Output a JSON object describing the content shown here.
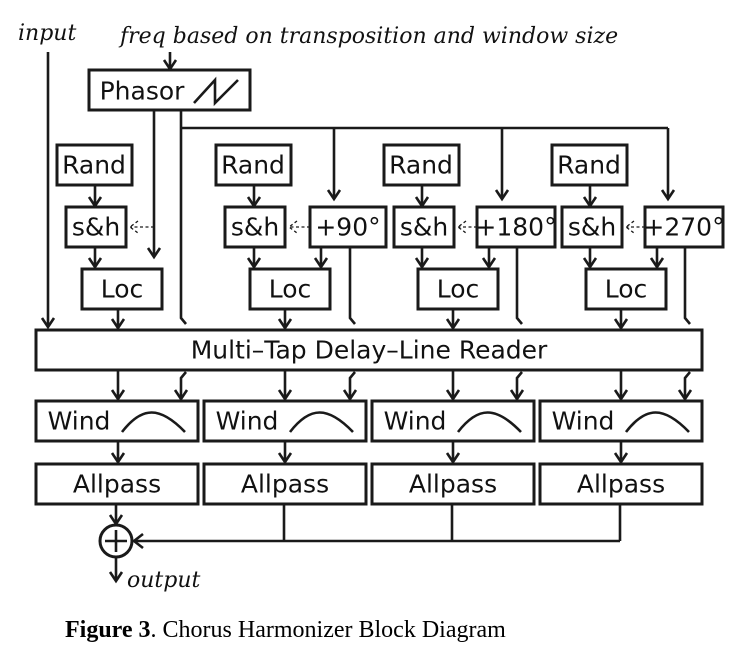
{
  "labels": {
    "input": "input",
    "freq": "freq based on transposition and window size",
    "output": "output"
  },
  "phasor": {
    "label": "Phasor",
    "icon": "sawtooth-icon"
  },
  "delay_reader": {
    "label": "Multi–Tap Delay–Line Reader"
  },
  "sum": {
    "icon": "sum-icon"
  },
  "voices": [
    {
      "rand": "Rand",
      "sh": "s&h",
      "phase": null,
      "loc": "Loc",
      "wind": "Wind",
      "allpass": "Allpass"
    },
    {
      "rand": "Rand",
      "sh": "s&h",
      "phase": "+90°",
      "loc": "Loc",
      "wind": "Wind",
      "allpass": "Allpass"
    },
    {
      "rand": "Rand",
      "sh": "s&h",
      "phase": "+180°",
      "loc": "Loc",
      "wind": "Wind",
      "allpass": "Allpass"
    },
    {
      "rand": "Rand",
      "sh": "s&h",
      "phase": "+270°",
      "loc": "Loc",
      "wind": "Wind",
      "allpass": "Allpass"
    }
  ],
  "caption": {
    "number": "Figure 3",
    "text": ". Chorus Harmonizer Block Diagram"
  }
}
